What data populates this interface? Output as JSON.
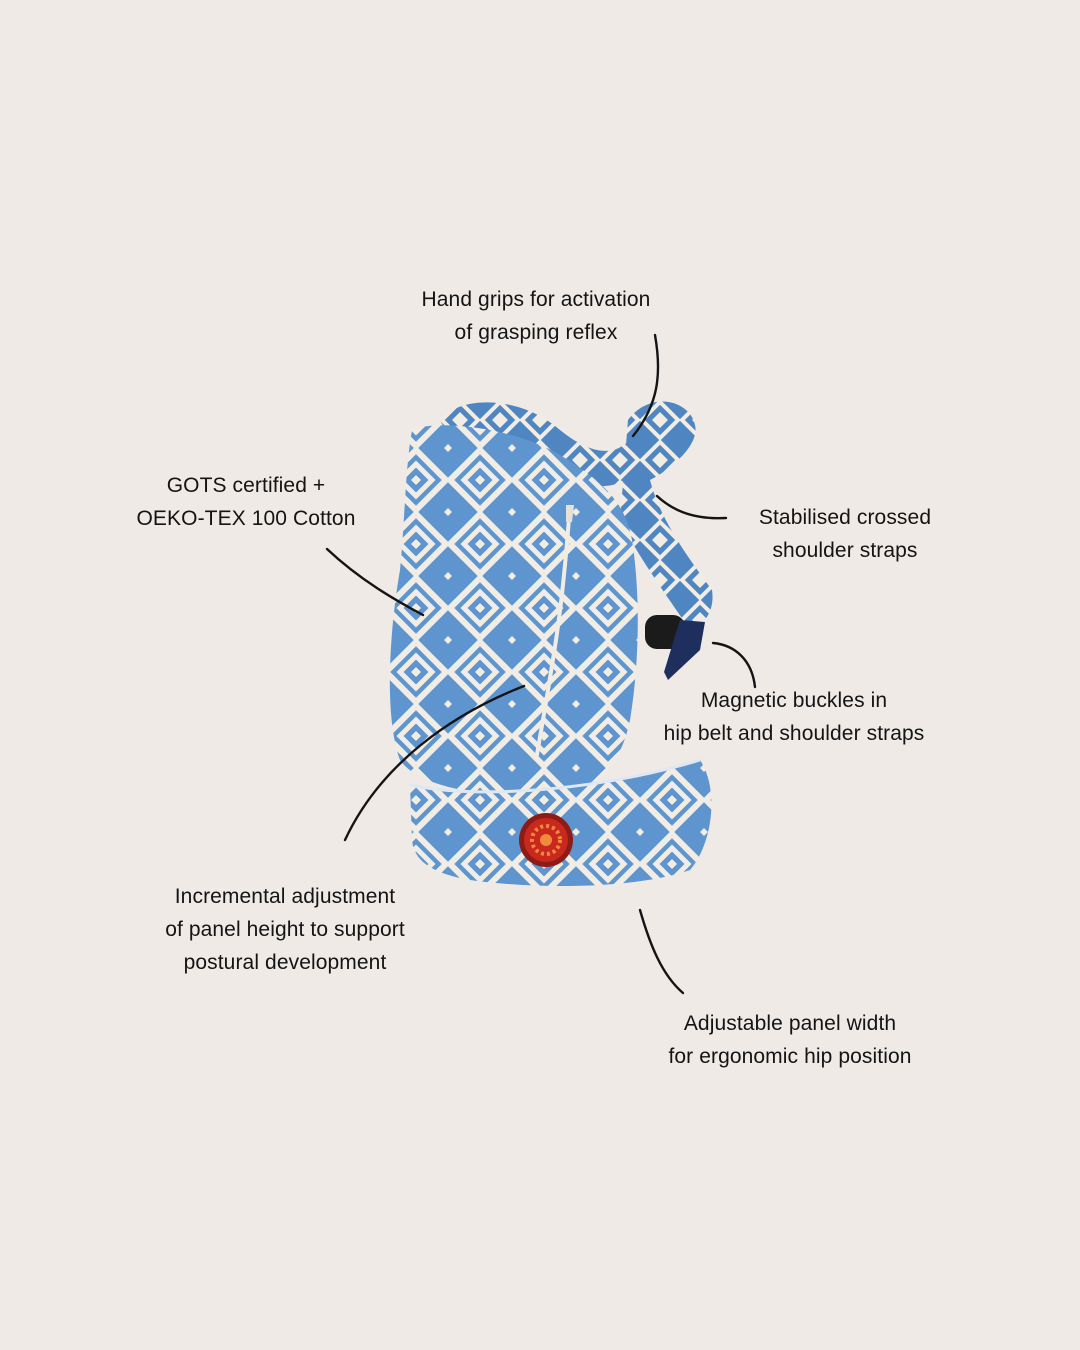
{
  "annotations": {
    "hand_grips": [
      "Hand grips for activation",
      "of grasping reflex"
    ],
    "gots": [
      "GOTS certified +",
      "OEKO-TEX 100 Cotton"
    ],
    "shoulder_straps": [
      "Stabilised crossed",
      "shoulder straps"
    ],
    "magnetic_buckles": [
      "Magnetic buckles in",
      "hip belt and shoulder straps"
    ],
    "panel_height": [
      "Incremental adjustment",
      "of panel height to support",
      "postural development"
    ],
    "panel_width": [
      "Adjustable panel width",
      "for ergonomic hip position"
    ]
  },
  "colors": {
    "background": "#efeae6",
    "fabric_blue": "#5f95cf",
    "fabric_cream": "#f1ede4",
    "buckle": "#1b1b1b",
    "webbing": "#1e2f5e",
    "patch_red": "#c8281e",
    "patch_orange": "#f08a3c"
  },
  "product_icon": "baby-carrier-illustration"
}
